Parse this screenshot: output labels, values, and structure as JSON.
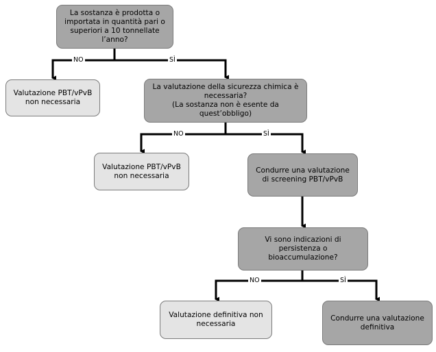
{
  "nodes": {
    "q1": "La sostanza è prodotta o\nimportata in quantità pari o\nsuperiori a 10 tonnellate\nl’anno?",
    "r1": "Valutazione PBT/vPvB\nnon necessaria",
    "q2": "La valutazione della sicurezza chimica è\nnecessaria?\n(La sostanza non è esente da\nquest’obbligo)",
    "r2": "Valutazione PBT/vPvB\nnon necessaria",
    "a1": "Condurre una valutazione\ndi screening PBT/vPvB",
    "q3": "Vi sono indicazioni di\npersistenza o\nbioaccumulazione?",
    "r3": "Valutazione definitiva non\nnecessaria",
    "a2": "Condurre una valutazione\ndefinitiva"
  },
  "edges": {
    "e1_no": "NO",
    "e1_si": "SÌ",
    "e2_no": "NO",
    "e2_si": "SÌ",
    "e3_no": "NO",
    "e3_si": "SÌ"
  }
}
